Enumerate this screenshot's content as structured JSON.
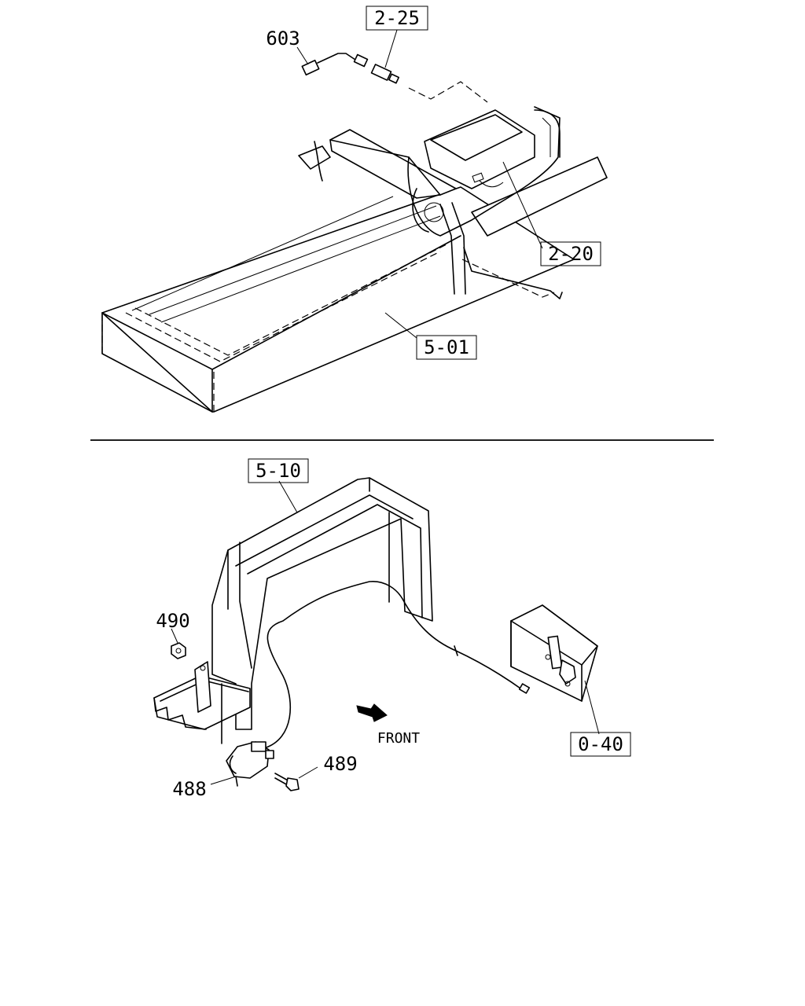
{
  "labels": {
    "ref_2_25": "2-25",
    "ref_2_20": "2-20",
    "ref_5_01": "5-01",
    "ref_5_10": "5-10",
    "ref_0_40": "0-40",
    "part_603": "603",
    "part_490": "490",
    "part_489": "489",
    "part_488": "488",
    "front": "FRONT"
  }
}
